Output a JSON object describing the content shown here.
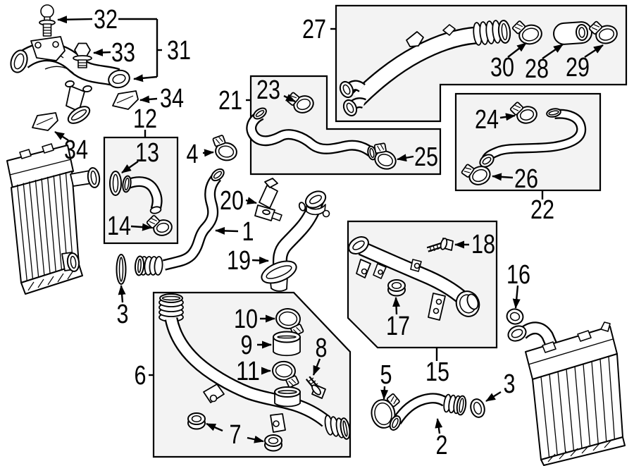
{
  "diagram": {
    "type": "parts-diagram",
    "description": "Intercooler and charge-air hose exploded parts diagram",
    "colors": {
      "background": "#ffffff",
      "line": "#000000",
      "box_fill": "#f3f3f3",
      "label": "#000000"
    },
    "callouts": [
      {
        "key": "32",
        "label": "32"
      },
      {
        "key": "31",
        "label": "31"
      },
      {
        "key": "33",
        "label": "33"
      },
      {
        "key": "34a",
        "label": "34"
      },
      {
        "key": "34b",
        "label": "34"
      },
      {
        "key": "12",
        "label": "12"
      },
      {
        "key": "13",
        "label": "13"
      },
      {
        "key": "14",
        "label": "14"
      },
      {
        "key": "4",
        "label": "4"
      },
      {
        "key": "20",
        "label": "20"
      },
      {
        "key": "1",
        "label": "1"
      },
      {
        "key": "19",
        "label": "19"
      },
      {
        "key": "3a",
        "label": "3"
      },
      {
        "key": "21",
        "label": "21"
      },
      {
        "key": "23",
        "label": "23"
      },
      {
        "key": "25",
        "label": "25"
      },
      {
        "key": "27",
        "label": "27"
      },
      {
        "key": "30",
        "label": "30"
      },
      {
        "key": "28",
        "label": "28"
      },
      {
        "key": "29",
        "label": "29"
      },
      {
        "key": "24",
        "label": "24"
      },
      {
        "key": "26",
        "label": "26"
      },
      {
        "key": "22",
        "label": "22"
      },
      {
        "key": "18",
        "label": "18"
      },
      {
        "key": "17",
        "label": "17"
      },
      {
        "key": "15",
        "label": "15"
      },
      {
        "key": "16",
        "label": "16"
      },
      {
        "key": "5",
        "label": "5"
      },
      {
        "key": "2",
        "label": "2"
      },
      {
        "key": "3b",
        "label": "3"
      },
      {
        "key": "6",
        "label": "6"
      },
      {
        "key": "10",
        "label": "10"
      },
      {
        "key": "9",
        "label": "9"
      },
      {
        "key": "11",
        "label": "11"
      },
      {
        "key": "8",
        "label": "8"
      },
      {
        "key": "7",
        "label": "7"
      }
    ]
  }
}
